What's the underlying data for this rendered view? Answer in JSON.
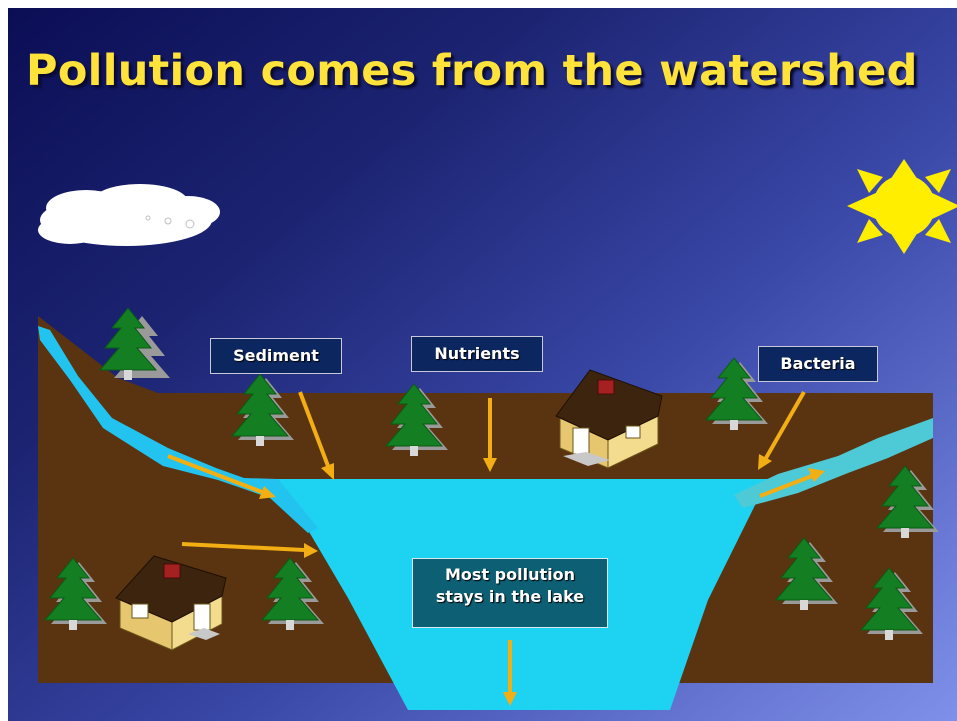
{
  "title": "Pollution comes from the watershed",
  "labels": {
    "sediment": "Sediment",
    "nutrients": "Nutrients",
    "bacteria": "Bacteria"
  },
  "lake_label": {
    "line1": "Most pollution",
    "line2": "stays in the lake"
  },
  "colors": {
    "title": "#ffe23a",
    "ground": "#5a3410",
    "lake": "#1ed2f2",
    "stream": "#22c3ee",
    "arrow": "#f2ae13",
    "tree": "#0e7a1e",
    "sun": "#ffee00",
    "label_box": "#0c2660",
    "lake_label_box": "#0d5f73"
  }
}
